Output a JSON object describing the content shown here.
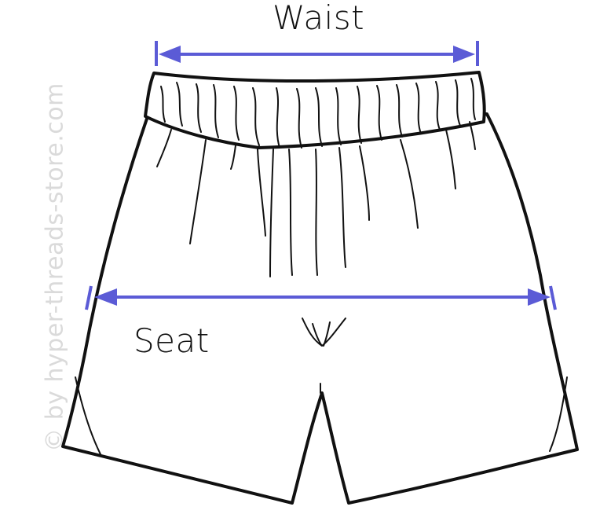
{
  "labels": {
    "waist": "Waist",
    "seat": "Seat"
  },
  "watermark": "© by hyper-threads-store.com",
  "colors": {
    "measure": "#5b5bd6",
    "outline": "#111111",
    "watermark": "#dadada"
  }
}
